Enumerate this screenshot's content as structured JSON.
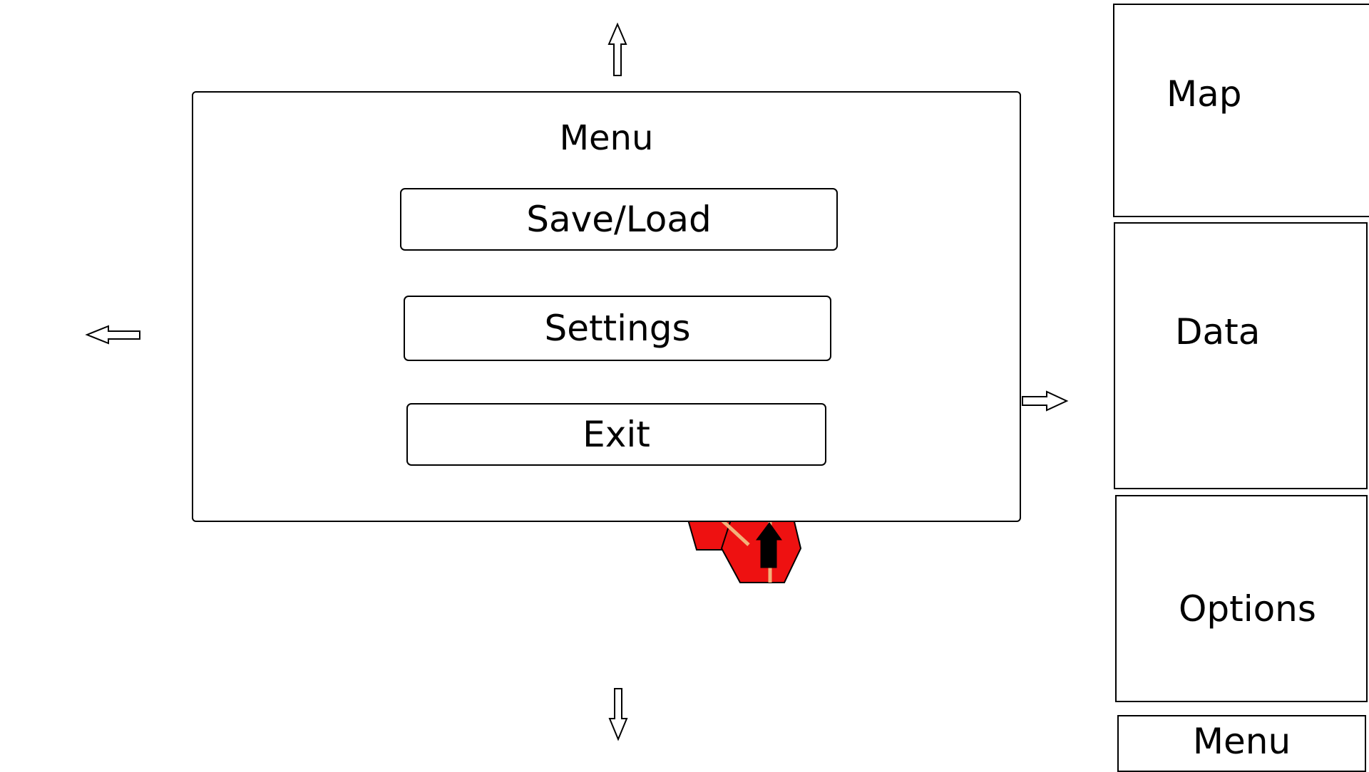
{
  "menu_dialog": {
    "title": "Menu",
    "buttons": {
      "save_load": "Save/Load",
      "settings": "Settings",
      "exit": "Exit"
    }
  },
  "side_panel": {
    "map": "Map",
    "data": "Data",
    "options": "Options",
    "menu": "Menu"
  },
  "scroll_arrows": {
    "up": "arrow-up-icon",
    "down": "arrow-down-icon",
    "left": "arrow-left-icon",
    "right": "arrow-right-icon"
  },
  "game_unit": {
    "tile_color": "#ee1111",
    "road_color": "#f2b27a",
    "unit_color": "#000000",
    "unit_icon": "arrow-up-icon"
  }
}
